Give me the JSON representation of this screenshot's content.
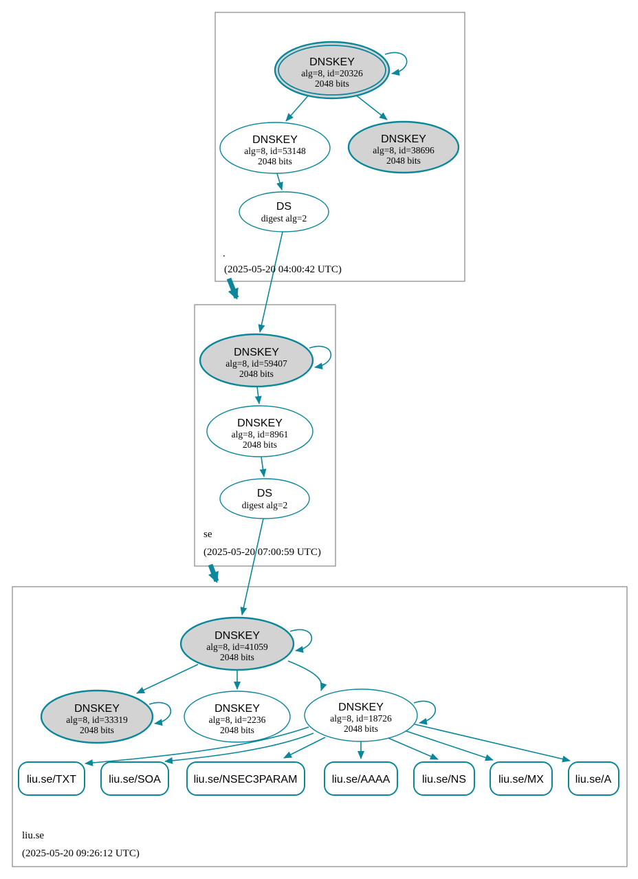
{
  "colors": {
    "edge": "#0a879a",
    "keyfill": "#d3d3d3",
    "box": "#6e6e6e",
    "ink": "#000000"
  },
  "zones": [
    {
      "label": ".",
      "timestamp": "(2025-05-20 04:00:42 UTC)",
      "nodes": {
        "ksk": {
          "title": "DNSKEY",
          "detail": "alg=8, id=20326",
          "bits": "2048 bits"
        },
        "zsk": {
          "title": "DNSKEY",
          "detail": "alg=8, id=53148",
          "bits": "2048 bits"
        },
        "key3": {
          "title": "DNSKEY",
          "detail": "alg=8, id=38696",
          "bits": "2048 bits"
        },
        "ds": {
          "title": "DS",
          "detail": "digest alg=2"
        }
      }
    },
    {
      "label": "se",
      "timestamp": "(2025-05-20 07:00:59 UTC)",
      "nodes": {
        "ksk": {
          "title": "DNSKEY",
          "detail": "alg=8, id=59407",
          "bits": "2048 bits"
        },
        "zsk": {
          "title": "DNSKEY",
          "detail": "alg=8, id=8961",
          "bits": "2048 bits"
        },
        "ds": {
          "title": "DS",
          "detail": "digest alg=2"
        }
      }
    },
    {
      "label": "liu.se",
      "timestamp": "(2025-05-20 09:26:12 UTC)",
      "nodes": {
        "ksk": {
          "title": "DNSKEY",
          "detail": "alg=8, id=41059",
          "bits": "2048 bits"
        },
        "key2": {
          "title": "DNSKEY",
          "detail": "alg=8, id=33319",
          "bits": "2048 bits"
        },
        "key3": {
          "title": "DNSKEY",
          "detail": "alg=8, id=2236",
          "bits": "2048 bits"
        },
        "zsk": {
          "title": "DNSKEY",
          "detail": "alg=8, id=18726",
          "bits": "2048 bits"
        },
        "rrsets": [
          {
            "label": "liu.se/TXT"
          },
          {
            "label": "liu.se/SOA"
          },
          {
            "label": "liu.se/NSEC3PARAM"
          },
          {
            "label": "liu.se/AAAA"
          },
          {
            "label": "liu.se/NS"
          },
          {
            "label": "liu.se/MX"
          },
          {
            "label": "liu.se/A"
          }
        ]
      }
    }
  ]
}
